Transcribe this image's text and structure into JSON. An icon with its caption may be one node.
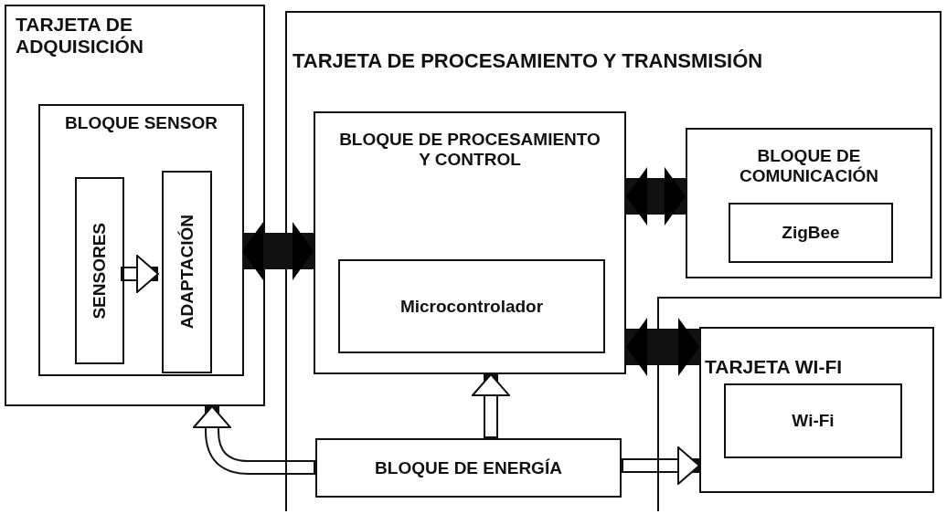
{
  "diagram": {
    "nodes": [
      {
        "text": [
          "TARJETA DE ADQUISICIÓN"
        ]
      },
      {
        "text": [
          "BLOQUE SENSOR"
        ],
        "in": 0
      },
      {
        "text": [
          "SENSORES"
        ],
        "in": 1
      },
      {
        "text": [
          "ADAPTACIÓN"
        ],
        "in": 1
      },
      {
        "text": [
          "TARJETA DE PROCESAMIENTO Y TRANSMISIÓN"
        ]
      },
      {
        "text": [
          "BLOQUE DE PROCESAMIENTO Y CONTROL"
        ],
        "in": 4
      },
      {
        "text": [
          "Microcontrolador"
        ],
        "in": 5
      },
      {
        "text": [
          "BLOQUE DE COMUNICACIÓN"
        ],
        "in": 4
      },
      {
        "text": [
          "ZigBee"
        ],
        "in": 7
      },
      {
        "text": [
          "TARJETA WI-FI"
        ]
      },
      {
        "text": [
          "Wi-Fi"
        ],
        "in": 9
      },
      {
        "text": [
          "BLOQUE DE ENERGÍA"
        ],
        "in": 4
      }
    ],
    "edges": [
      {
        "from": 2,
        "to": 3,
        "arrow": "to"
      },
      {
        "from": 1,
        "to": 5,
        "arrow": "both",
        "style": "thick"
      },
      {
        "from": 5,
        "to": 7,
        "arrow": "both",
        "style": "thick"
      },
      {
        "from": 5,
        "to": 9,
        "arrow": "both",
        "style": "thick"
      },
      {
        "from": 11,
        "to": 5,
        "arrow": "to"
      },
      {
        "from": 11,
        "to": 9,
        "arrow": "to"
      },
      {
        "from": 11,
        "to": 0,
        "arrow": "to"
      }
    ]
  }
}
